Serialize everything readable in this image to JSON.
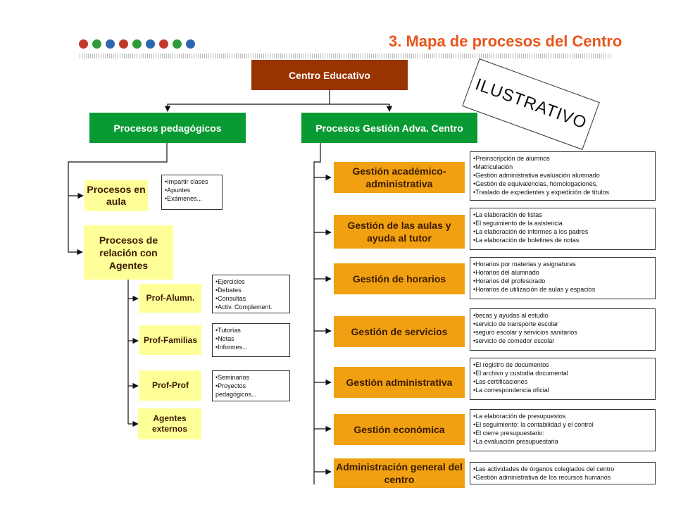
{
  "header": {
    "title": "3. Mapa de procesos del Centro",
    "dot_colors": [
      "#c0392b",
      "#2e9a3a",
      "#2e66b0",
      "#c0392b",
      "#2e9a3a",
      "#2e66b0",
      "#c0392b",
      "#2e9a3a",
      "#2e66b0"
    ]
  },
  "stamp": "ILUSTRATIVO",
  "root": "Centro Educativo",
  "branches": {
    "pedagogicos": "Procesos pedagógicos",
    "gestion": "Procesos Gestión Adva. Centro"
  },
  "pedagogicos": {
    "aula": {
      "label": "Procesos en aula",
      "items": [
        "Impartir clases",
        "Apuntes",
        "Exámenes..."
      ]
    },
    "relacion": {
      "label": "Procesos de relación con Agentes"
    },
    "agentes": [
      {
        "label": "Prof-Alumn.",
        "items": [
          "Ejercicios",
          "Debates",
          "Consultas",
          "Activ. Complement."
        ]
      },
      {
        "label": "Prof-Familias",
        "items": [
          "Tutorías",
          "Notas",
          "Informes..."
        ]
      },
      {
        "label": "Prof-Prof",
        "items": [
          "Seminarios",
          "Proyectos pedagógicos..."
        ]
      },
      {
        "label": "Agentes externos",
        "items": []
      }
    ]
  },
  "gestion": [
    {
      "label": "Gestión académico-administrativa",
      "items": [
        "Preinscripción de alumnos",
        "Matriculación",
        "Gestión administrativa evaluación alumnado",
        "Gestión de equivalencias, homologaciones,",
        "Traslado de expedientes y expedición de títulos"
      ]
    },
    {
      "label": "Gestión de las aulas y ayuda al tutor",
      "items": [
        "La elaboración de listas",
        "El seguimiento de la asistencia",
        "La elaboración de informes a los padres",
        "La elaboración de boletines de notas"
      ]
    },
    {
      "label": "Gestión de horarios",
      "items": [
        "Horarios por materias y asignaturas",
        "Horarios del alumnado",
        "Horarios del profesorado",
        "Horarios de utilización de aulas y espacios"
      ]
    },
    {
      "label": "Gestión de servicios",
      "items": [
        "becas y ayudas al estudio",
        "servicio de transporte escolar",
        "seguro escolar y servicios sanitarios",
        "servicio de comedor escolar"
      ]
    },
    {
      "label": "Gestión administrativa",
      "items": [
        "El registro de documentos",
        "El archivo y custodia documental",
        "Las certificaciones",
        "La correspondencia oficial"
      ]
    },
    {
      "label": "Gestión económica",
      "items": [
        "La elaboración de presupuestos",
        "El seguimiento: la contabilidad y el control",
        "El cierre presupuestario:",
        "La evaluación presupuestaria"
      ]
    },
    {
      "label": "Administración general del centro",
      "items": [
        "Las actividades de órganos colegiados del centro",
        "Gestión administrativa de los recursos humanos"
      ]
    }
  ]
}
